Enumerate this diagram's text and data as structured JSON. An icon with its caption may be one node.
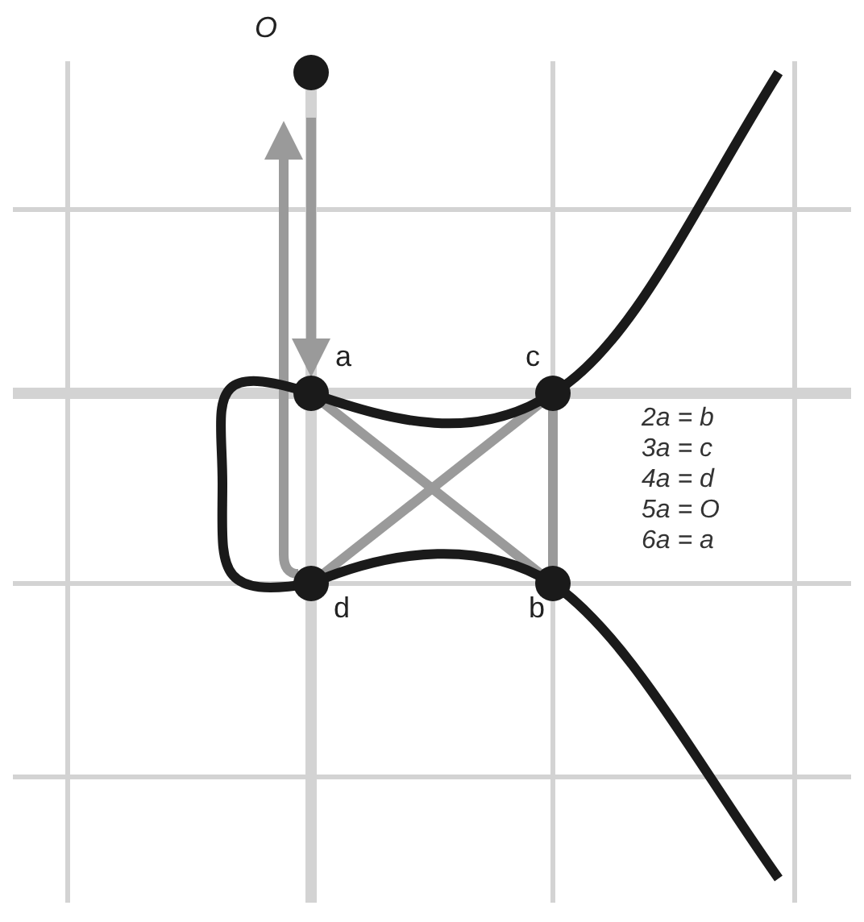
{
  "diagram": {
    "nodes": [
      {
        "text": [],
        "shape": "circle",
        "beside": [
          "O"
        ]
      },
      {
        "text": [],
        "shape": "circle",
        "beside": [
          "a"
        ]
      },
      {
        "text": [],
        "shape": "circle",
        "beside": [
          "c"
        ]
      },
      {
        "text": [],
        "shape": "circle",
        "beside": [
          "d"
        ]
      },
      {
        "text": [],
        "shape": "circle",
        "beside": [
          "b"
        ]
      }
    ],
    "edges": [
      {
        "from": 1,
        "to": 4,
        "arrow": "none"
      },
      {
        "from": 2,
        "to": 3,
        "arrow": "none"
      },
      {
        "from": 2,
        "to": 4,
        "arrow": "none"
      },
      {
        "from": 3,
        "to": 0,
        "arrow": "to"
      },
      {
        "from": 0,
        "to": 1,
        "arrow": "to"
      }
    ],
    "labels": [
      "2a = b",
      "3a = c",
      "4a = d",
      "5a = O",
      "6a = a"
    ]
  }
}
